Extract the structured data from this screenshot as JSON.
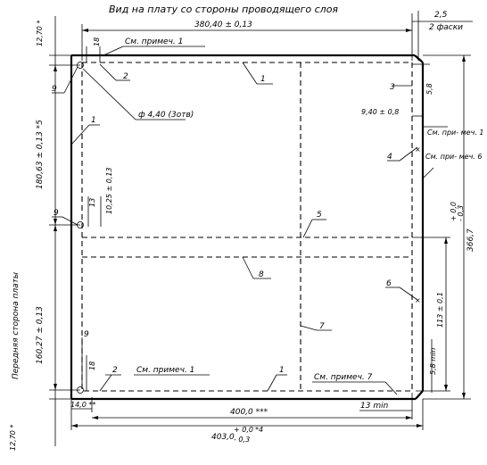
{
  "title": "Вид на плату со стороны проводящего слоя",
  "side_label": "Передняя сторона платы",
  "dimensions": {
    "top_width": "380,40 ± 0,13",
    "chamfer_top": "2,5",
    "chamfer_bottom": "2 фаски",
    "left_top_offset": "12,70 *",
    "hole_offset": "18",
    "hole_diameter": "ф 4,40 (3отв)",
    "left_upper_height": "180,63 ± 0,13 *5",
    "mid_hole_small": "13",
    "mid_hole_offset": "10,25 ± 0,13",
    "left_lower_height": "160,27 ± 0,13",
    "bottom_hole_offset": "18",
    "bottom_left_width": "14,0 **",
    "bottom_inner_width": "400,0 ***",
    "bottom_overall_width": "403,0",
    "bottom_overall_tol_upper": "+ 0,0",
    "bottom_overall_tol_lower": "- 0,3",
    "bottom_overall_tol_note": "*4",
    "bottom_min": "13 min",
    "bottom_left_offset": "12,70 *",
    "right_dim_940": "9,40 ± 0,8",
    "right_dim_58_top": "5,8",
    "right_dim_58_bottom": "5,8 min",
    "right_dim_113": "113 ± 0,1",
    "right_overall_height": "366,7",
    "right_overall_tol_upper": "+ 0,0",
    "right_overall_tol_lower": "- 0,3"
  },
  "notes": {
    "see_note_1_top": "См. примеч. 1",
    "see_note_1_right": "См. при- меч. 1",
    "see_note_6": "См. при- меч. 6",
    "see_note_1_bottom": "См. примеч. 1",
    "see_note_7": "См. примеч. 7"
  },
  "callouts": {
    "c1_top": "1",
    "c1_left": "1",
    "c1_bottom": "1",
    "c2_top": "2",
    "c2_bottom": "2",
    "c3": "3",
    "c4": "4",
    "c5": "5",
    "c6": "6",
    "c7": "7",
    "c8": "8",
    "c9_top": "9",
    "c9_mid": "9",
    "c9_bottom": "9"
  }
}
